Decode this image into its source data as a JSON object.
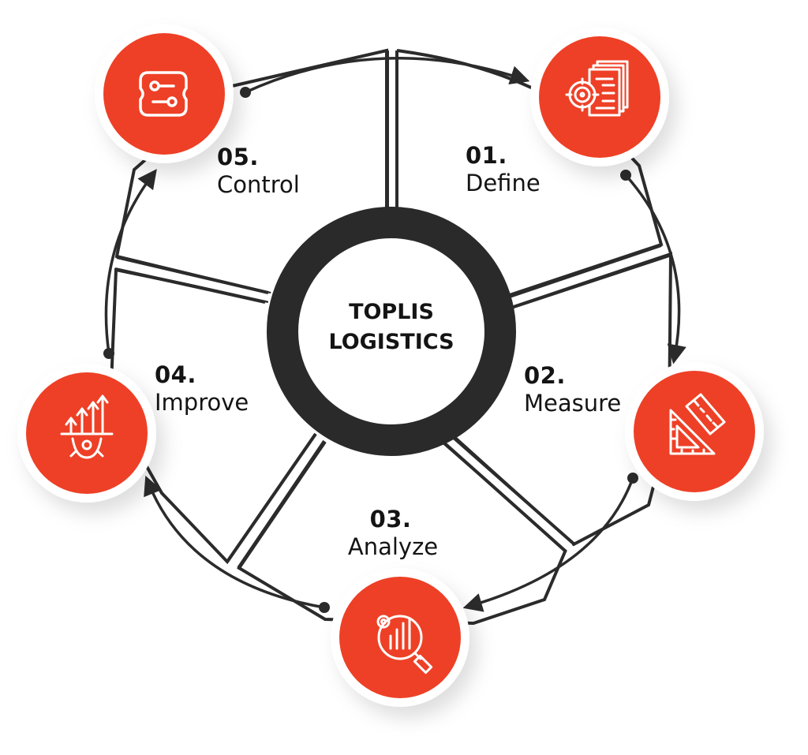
{
  "center": {
    "line1": "TOPLIS",
    "line2": "LOGISTICS"
  },
  "steps": [
    {
      "number": "01.",
      "name": "Define",
      "icon": "document-target-icon"
    },
    {
      "number": "02.",
      "name": "Measure",
      "icon": "ruler-triangle-icon"
    },
    {
      "number": "03.",
      "name": "Analyze",
      "icon": "chart-magnifier-icon"
    },
    {
      "number": "04.",
      "name": "Improve",
      "icon": "growth-arrows-gear-icon"
    },
    {
      "number": "05.",
      "name": "Control",
      "icon": "control-toggles-icon"
    }
  ],
  "colors": {
    "accent": "#EE4128",
    "ring": "#2a2a2a",
    "line": "#2b2b2b",
    "text": "#141414"
  }
}
